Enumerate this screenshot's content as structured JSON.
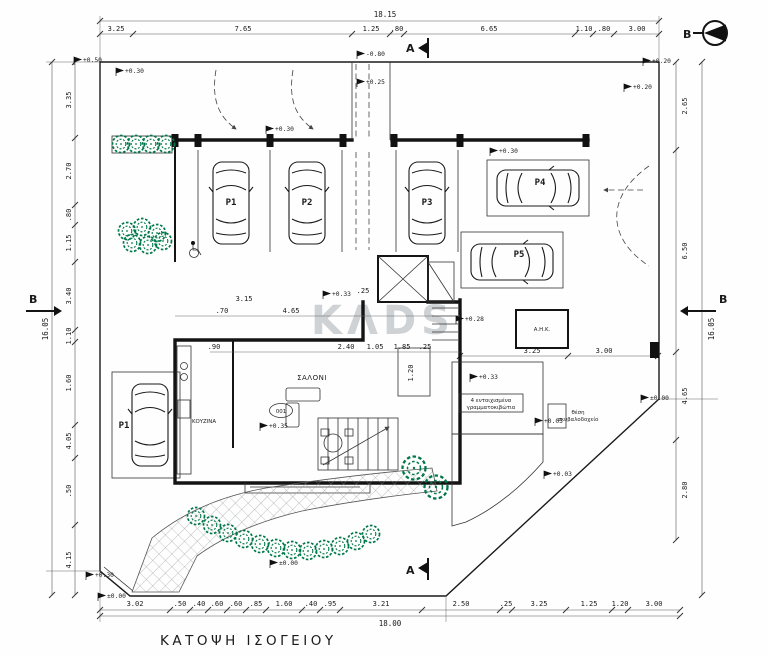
{
  "title": "ΚΑΤΟΨΗ ΙΣΟΓΕΙΟΥ",
  "watermark": "KΛDS",
  "compass_label": "B",
  "sections": {
    "top": "A",
    "bottom": "A",
    "left": "B",
    "right": "B"
  },
  "parking": {
    "p1": "P1",
    "p2": "P2",
    "p3": "P3",
    "p4": "P4",
    "p5": "P5",
    "p1b": "P1"
  },
  "rooms": {
    "living": "ΣΑΛΟΝΙ",
    "kitchen": "ΚΟΥΖΙΝΑ",
    "ahk": "Α.Η.Κ.",
    "unit": "001",
    "mail1": "4 εντοιχισμένα",
    "mail2": "γραμματοκιβώτια",
    "trash1": "θέση",
    "trash2": "σκυβαλοδοχείο"
  },
  "levels": {
    "p050": "+0.50",
    "p030": "+0.30",
    "n080": "-0.80",
    "p025": "+0.25",
    "p020": "+0.20",
    "p033": "+0.33",
    "p028": "+0.28",
    "p035": "+0.35",
    "p005": "+0.05",
    "p003": "+0.03",
    "z000": "±0.00"
  },
  "dims": {
    "top_total": "18.15",
    "top": [
      "3.25",
      "7.65",
      "1.25",
      ".80",
      "6.65",
      "1.10",
      ".80",
      "3.00"
    ],
    "left": [
      "3.35",
      "2.70",
      ".80",
      "1.15",
      "3.40",
      "1.10",
      "1.60",
      "4.05",
      ".50",
      "4.15"
    ],
    "left_total": "16.05",
    "right": [
      "2.65",
      "6.50",
      "4.65",
      "2.80"
    ],
    "right_total": "16.05",
    "bottom": [
      "3.02",
      ".50",
      ".40",
      ".60",
      ".60",
      ".85",
      "1.60",
      ".40",
      ".95",
      "3.21",
      "2.50",
      ".25",
      "3.25",
      "1.25",
      "1.20",
      "3.00"
    ],
    "bottom_total": "18.00",
    "inner": {
      "a": "3.15",
      "b": "4.65",
      "c": ".70",
      "d": ".90",
      "e": "2.40",
      "f": "1.05",
      "g": "1.85",
      "h": "3.25",
      "i": "3.00",
      "j": "1.20",
      "k": ".25",
      "l": ".25"
    }
  }
}
